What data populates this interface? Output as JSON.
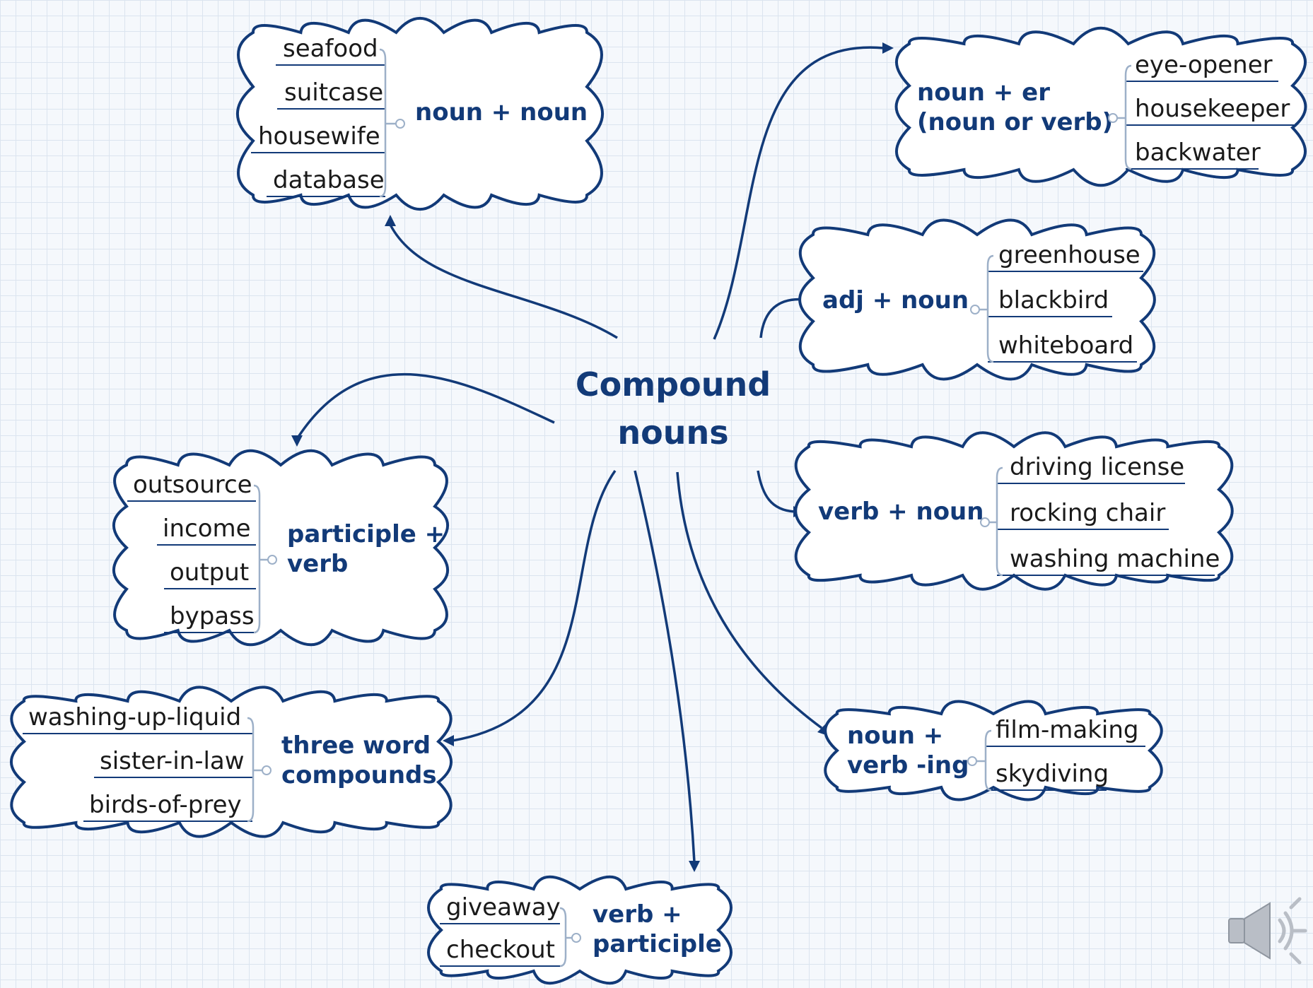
{
  "central_topic": {
    "line1": "Compound",
    "line2": "nouns"
  },
  "categories": [
    {
      "id": "noun-noun",
      "label_lines": [
        "noun + noun"
      ],
      "items": [
        "seafood",
        "suitcase",
        "housewife",
        "database"
      ]
    },
    {
      "id": "noun-er",
      "label_lines": [
        "noun + er",
        "(noun or verb)"
      ],
      "items": [
        "eye-opener",
        "housekeeper",
        "backwater"
      ]
    },
    {
      "id": "adj-noun",
      "label_lines": [
        "adj + noun"
      ],
      "items": [
        "greenhouse",
        "blackbird",
        "whiteboard"
      ]
    },
    {
      "id": "verb-noun",
      "label_lines": [
        "verb + noun"
      ],
      "items": [
        "driving license",
        "rocking chair",
        "washing machine"
      ]
    },
    {
      "id": "noun-verb-ing",
      "label_lines": [
        "noun +",
        "verb -ing"
      ],
      "items": [
        "film-making",
        "skydiving"
      ]
    },
    {
      "id": "verb-participle",
      "label_lines": [
        "verb +",
        "participle"
      ],
      "items": [
        "giveaway",
        "checkout"
      ]
    },
    {
      "id": "three-word",
      "label_lines": [
        "three word",
        "compounds"
      ],
      "items": [
        "washing-up-liquid",
        "sister-in-law",
        "birds-of-prey"
      ]
    },
    {
      "id": "participle-verb",
      "label_lines": [
        "participle +",
        "verb"
      ],
      "items": [
        "outsource",
        "income",
        "output",
        "bypass"
      ]
    }
  ],
  "colors": {
    "primary": "#123a78",
    "item_text": "#1a1a1a",
    "cloud_fill": "#ffffff",
    "grid": "#dbe4ef",
    "background": "#f5f8fc"
  },
  "icons": {
    "audio": "speaker-icon"
  }
}
